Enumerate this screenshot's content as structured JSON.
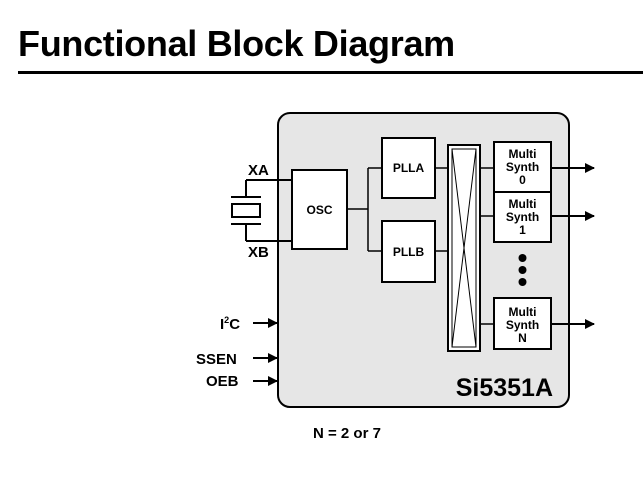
{
  "page": {
    "title": "Functional Block Diagram"
  },
  "chip": {
    "name": "Si5351A",
    "fill": "#e6e6e6"
  },
  "pins": {
    "xa": "XA",
    "xb": "XB",
    "i2c_main": "I",
    "i2c_sup": "2",
    "i2c_tail": "C",
    "ssen": "SSEN",
    "oeb": "OEB"
  },
  "blocks": {
    "osc": "OSC",
    "plla": "PLLA",
    "pllb": "PLLB"
  },
  "multisynths": [
    {
      "line1": "Multi",
      "line2": "Synth",
      "line3": "0"
    },
    {
      "line1": "Multi",
      "line2": "Synth",
      "line3": "1"
    },
    {
      "line1": "Multi",
      "line2": "Synth",
      "line3": "N"
    }
  ],
  "footnote": "N = 2 or 7"
}
